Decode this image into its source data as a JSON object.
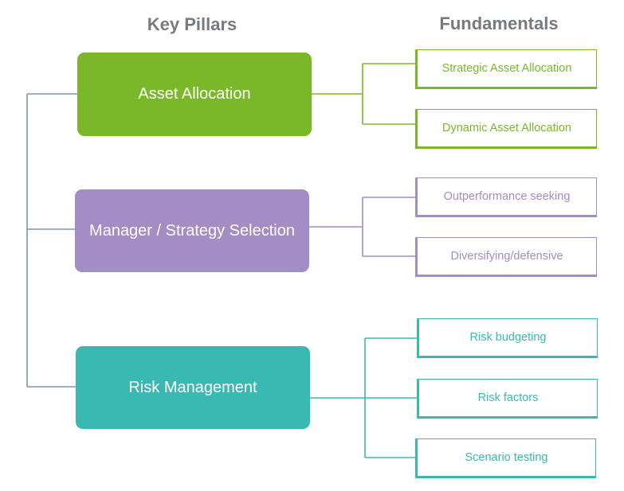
{
  "headers": {
    "pillars": "Key Pillars",
    "fundamentals": "Fundamentals"
  },
  "colors": {
    "spine": "#7b95b8",
    "header_text": "#757b80",
    "pillar_text": "#ffffff"
  },
  "pillars": [
    {
      "label": "Asset Allocation",
      "color": "#7ab82a",
      "text_color": "#7ab82a",
      "fundamentals": [
        "Strategic Asset Allocation",
        "Dynamic Asset Allocation"
      ]
    },
    {
      "label": "Manager / Strategy Selection",
      "color": "#a48cc4",
      "text_color": "#a48cc4",
      "fundamentals": [
        "Outperformance seeking",
        "Diversifying/defensive"
      ]
    },
    {
      "label": "Risk Management",
      "color": "#3ab8b2",
      "text_color": "#3ab8b2",
      "fundamentals": [
        "Risk budgeting",
        "Risk factors",
        "Scenario testing"
      ]
    }
  ]
}
